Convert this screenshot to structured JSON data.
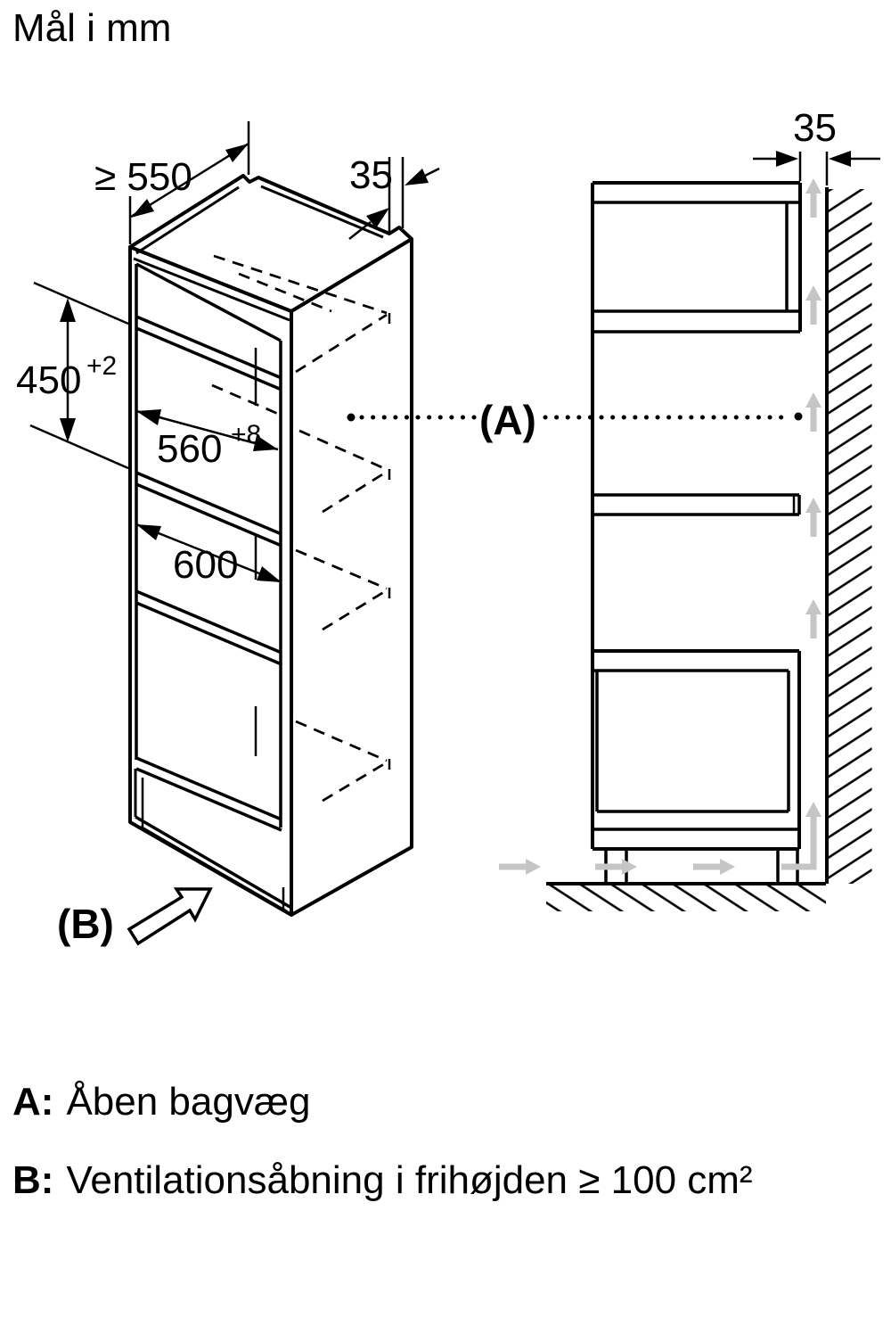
{
  "title": "Mål i mm",
  "isometric": {
    "dim_depth_min": "≥ 550",
    "dim_rear_gap": "35",
    "dim_niche_height": {
      "base": "450",
      "sup": "+2"
    },
    "dim_niche_width": {
      "base": "560",
      "sup": "+8"
    },
    "dim_lower_niche_width": "600",
    "label_b": "(B)"
  },
  "side_view": {
    "dim_wall_gap": "35",
    "label_a": "(A)"
  },
  "legend": {
    "a_key": "A:",
    "a_text": "Åben bagvæg",
    "b_key": "B:",
    "b_text": "Ventilationsåbning i frihøjden ≥ 100 cm²"
  },
  "colors": {
    "line": "#000000",
    "airflow": "#c5c5c5"
  }
}
